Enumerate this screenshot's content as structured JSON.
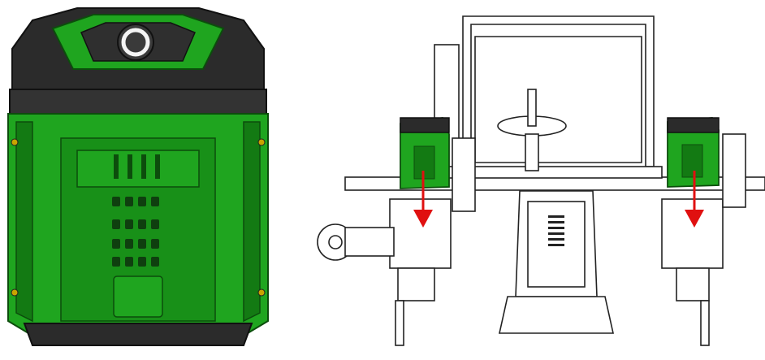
{
  "figure": {
    "colors": {
      "battery_green": "#1fa51f",
      "battery_green_dark": "#137a13",
      "battery_black": "#2b2b2b",
      "arrow_red": "#e01010",
      "line_art": "#222222"
    },
    "panels": [
      {
        "id": "battery",
        "icon": "battery-pack-icon"
      },
      {
        "id": "mower",
        "icon": "mower-installation-icon"
      }
    ],
    "arrows": [
      {
        "icon": "down-arrow-icon",
        "direction": "down"
      },
      {
        "icon": "down-arrow-icon",
        "direction": "down"
      }
    ]
  }
}
